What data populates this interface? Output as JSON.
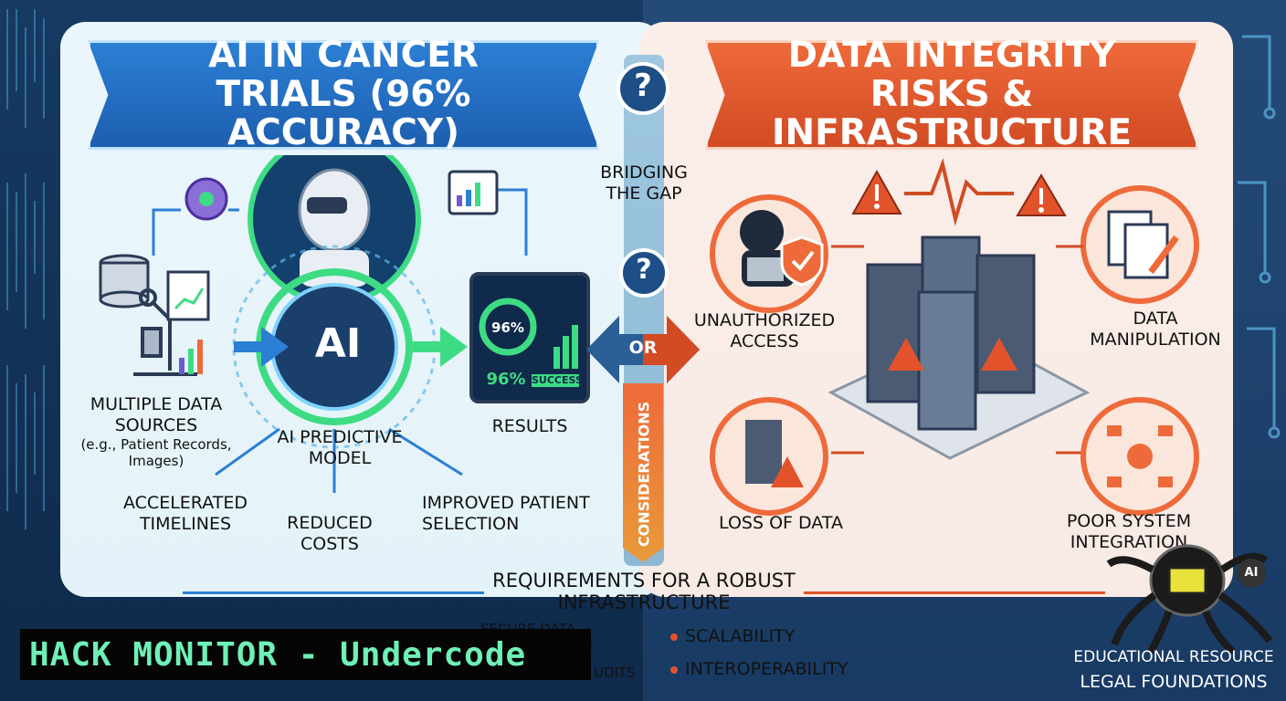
{
  "left_section": {
    "title": "AI IN CANCER TRIALS (96% ACCURACY)",
    "inputs_label": "MULTIPLE DATA SOURCES",
    "inputs_sub": "(e.g., Patient Records, Images)",
    "model_badge": "AI",
    "model_label": "AI PREDICTIVE MODEL",
    "results_label": "RESULTS",
    "results_gauge": "96%",
    "results_value": "96%",
    "results_badge": "SUCCESS",
    "benefits": [
      "ACCELERATED TIMELINES",
      "REDUCED COSTS",
      "IMPROVED PATIENT SELECTION"
    ]
  },
  "center": {
    "question_mark": "?",
    "bridging": "BRIDGING THE GAP",
    "or": "OR",
    "considerations": "CONSIDERATIONS"
  },
  "right_section": {
    "title": "DATA INTEGRITY RISKS & INFRASTRUCTURE",
    "risks": [
      "UNAUTHORIZED ACCESS",
      "DATA MANIPULATION",
      "LOSS OF DATA",
      "POOR SYSTEM INTEGRATION"
    ]
  },
  "requirements": {
    "title": "REQUIREMENTS FOR A ROBUST INFRASTRUCTURE",
    "left_items": [
      "SECURE DATA",
      "E",
      "UDITS"
    ],
    "right_items": [
      "SCALABILITY",
      "INTEROPERABILITY"
    ]
  },
  "overlay": {
    "hack_monitor": "HACK MONITOR - Undercode",
    "footer_line1": "EDUCATIONAL RESOURCE",
    "footer_line2": "LEGAL FOUNDATIONS",
    "corner_badge": "AI"
  },
  "colors": {
    "blue": "#1d5fb0",
    "orange": "#d24b24",
    "green": "#3ddc84",
    "hack_text": "#6ff0b6"
  }
}
